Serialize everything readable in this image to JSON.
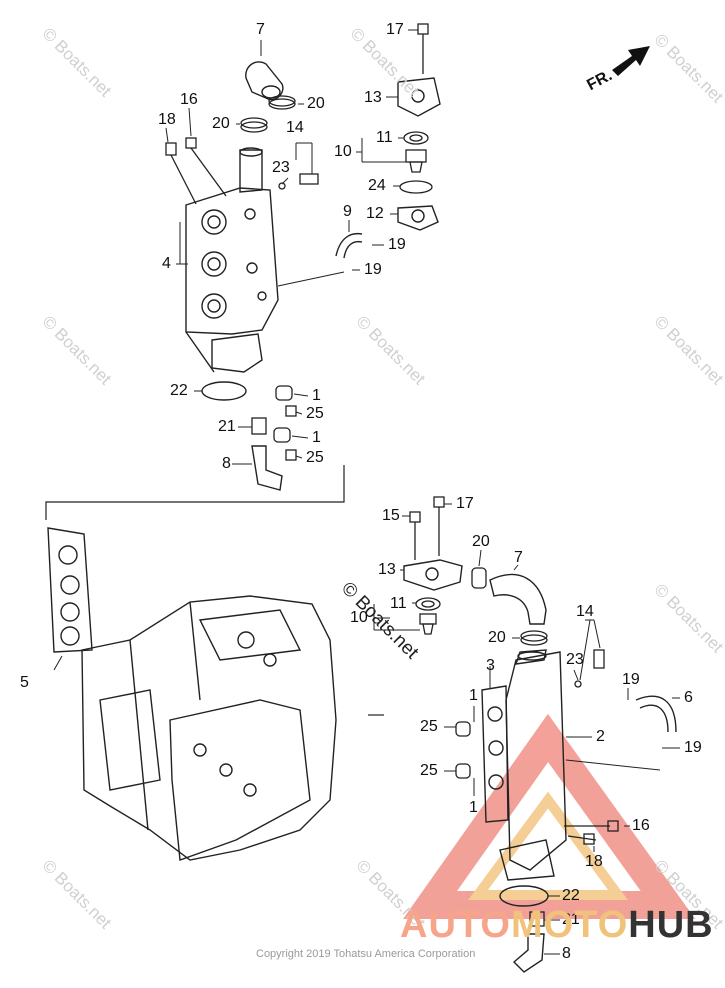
{
  "direction_label": "FR.",
  "copyright": "Copyright 2019 Tohatsu America Corporation",
  "watermark_text": "© Boats.net",
  "brand": {
    "part1": "AUTO",
    "part2": "MOTO",
    "part3": "HUB"
  },
  "colors": {
    "line": "#222222",
    "watermark": "#d0d0d0",
    "logo_red": "#f08a80",
    "logo_orange": "#f3c27b"
  },
  "callouts": {
    "c1": "7",
    "c2": "17",
    "c3": "20",
    "c4": "16",
    "c5": "13",
    "c6": "18",
    "c7": "20",
    "c8": "14",
    "c9": "11",
    "c10": "10",
    "c11": "23",
    "c12": "24",
    "c13": "9",
    "c14": "12",
    "c15": "19",
    "c16": "4",
    "c17": "19",
    "c18": "22",
    "c19": "1",
    "c20": "25",
    "c21": "21",
    "c22": "1",
    "c23": "8",
    "c24": "25",
    "c25": "17",
    "c26": "15",
    "c27": "20",
    "c28": "13",
    "c29": "7",
    "c30": "11",
    "c31": "10",
    "c32": "5",
    "c33": "14",
    "c34": "20",
    "c35": "23",
    "c36": "3",
    "c37": "19",
    "c38": "6",
    "c39": "1",
    "c40": "25",
    "c41": "2",
    "c42": "19",
    "c43": "25",
    "c44": "1",
    "c45": "16",
    "c46": "18",
    "c47": "22",
    "c48": "21",
    "c49": "8"
  }
}
